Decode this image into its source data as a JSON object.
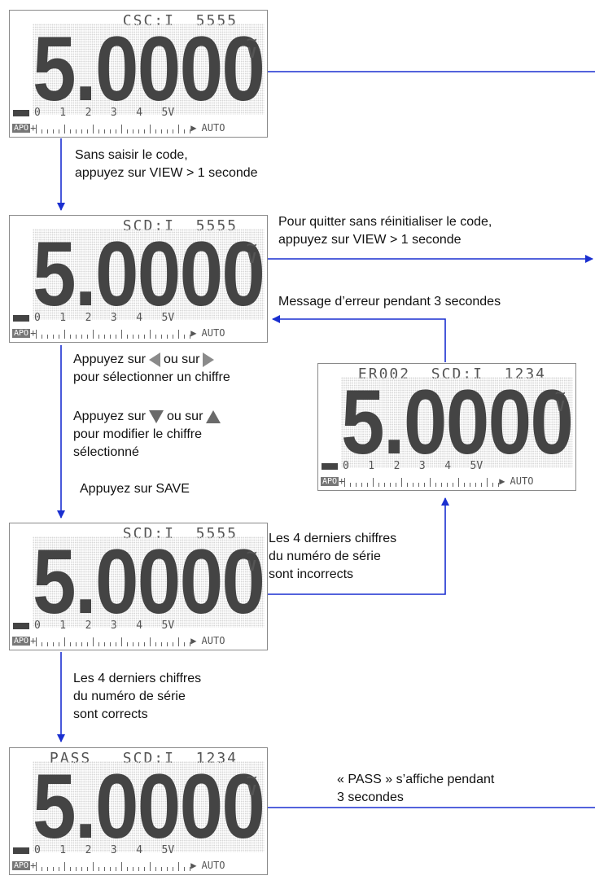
{
  "colors": {
    "arrow": "#1a2fd0",
    "lcd_border": "#8a8a8a"
  },
  "lcd_common": {
    "reading": "5.0000",
    "ac_symbol": "~",
    "unit": "V",
    "scale": "0   1   2   3   4   5V",
    "apo": "APO",
    "auto": "AUTO"
  },
  "screens": [
    {
      "id": "csc",
      "top": "CSC:I  5555"
    },
    {
      "id": "scd-initial",
      "top": "SCD:I  5555"
    },
    {
      "id": "scd-edit",
      "top": "SCD:I  5555"
    },
    {
      "id": "error",
      "top": "ER002  SCD:I  1234"
    },
    {
      "id": "pass",
      "top": "PASS   SCD:I  1234"
    }
  ],
  "labels": {
    "no_code_1": "Sans saisir le code,",
    "no_code_2": "appuyez sur VIEW > 1 seconde",
    "quit_1": "Pour quitter sans réinitialiser le code,",
    "quit_2": "appuyez sur VIEW > 1 seconde",
    "error_msg": "Message d’erreur pendant 3 secondes",
    "select_1a": "Appuyez sur",
    "select_1b": "ou sur",
    "select_2": "pour sélectionner un chiffre",
    "modify_1a": "Appuyez sur",
    "modify_1b": "ou sur",
    "modify_2": "pour modifier le chiffre",
    "modify_3": "sélectionné",
    "save": "Appuyez sur SAVE",
    "incorrect_1": "Les 4 derniers chiffres",
    "incorrect_2": "du numéro de série",
    "incorrect_3": "sont incorrects",
    "correct_1": "Les 4 derniers chiffres",
    "correct_2": "du numéro de série",
    "correct_3": "sont corrects",
    "pass_1": "« PASS » s’affiche pendant",
    "pass_2": "3 secondes"
  }
}
